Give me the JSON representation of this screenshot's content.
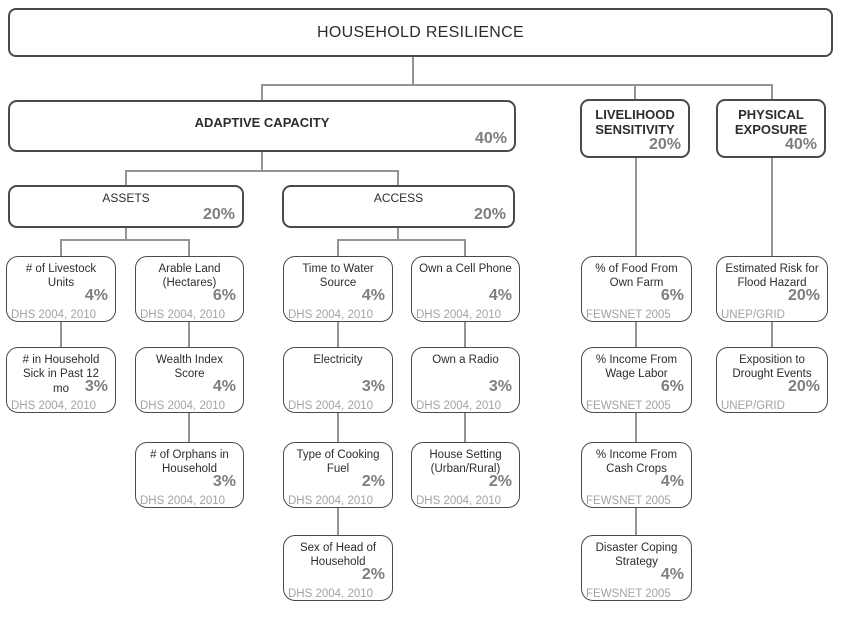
{
  "root": {
    "title": "HOUSEHOLD RESILIENCE"
  },
  "branches": [
    {
      "title": "ADAPTIVE CAPACITY",
      "weight": "40%"
    },
    {
      "title": "LIVELIHOOD SENSITIVITY",
      "weight": "20%"
    },
    {
      "title": "PHYSICAL EXPOSURE",
      "weight": "40%"
    }
  ],
  "subbranches": [
    {
      "title": "ASSETS",
      "weight": "20%"
    },
    {
      "title": "ACCESS",
      "weight": "20%"
    }
  ],
  "columns": [
    {
      "parent": "ASSETS",
      "boxes": [
        {
          "title": "# of Livestock Units",
          "weight": "4%",
          "source": "DHS 2004, 2010"
        },
        {
          "title": "# in Household Sick in Past 12 mo",
          "weight": "3%",
          "source": "DHS 2004, 2010"
        }
      ]
    },
    {
      "parent": "ASSETS",
      "boxes": [
        {
          "title": "Arable Land (Hectares)",
          "weight": "6%",
          "source": "DHS 2004, 2010"
        },
        {
          "title": "Wealth Index Score",
          "weight": "4%",
          "source": "DHS 2004, 2010"
        },
        {
          "title": "# of Orphans in Household",
          "weight": "3%",
          "source": "DHS 2004, 2010"
        }
      ]
    },
    {
      "parent": "ACCESS",
      "boxes": [
        {
          "title": "Time to Water Source",
          "weight": "4%",
          "source": "DHS 2004, 2010"
        },
        {
          "title": "Electricity",
          "weight": "3%",
          "source": "DHS 2004, 2010"
        },
        {
          "title": "Type of Cooking Fuel",
          "weight": "2%",
          "source": "DHS 2004, 2010"
        },
        {
          "title": "Sex of Head of Household",
          "weight": "2%",
          "source": "DHS 2004, 2010"
        }
      ]
    },
    {
      "parent": "ACCESS",
      "boxes": [
        {
          "title": "Own a Cell Phone",
          "weight": "4%",
          "source": "DHS 2004, 2010"
        },
        {
          "title": "Own a Radio",
          "weight": "3%",
          "source": "DHS 2004, 2010"
        },
        {
          "title": "House Setting (Urban/Rural)",
          "weight": "2%",
          "source": "DHS 2004, 2010"
        }
      ]
    },
    {
      "parent": "LIVELIHOOD SENSITIVITY",
      "boxes": [
        {
          "title": "% of Food From Own Farm",
          "weight": "6%",
          "source": "FEWSNET 2005"
        },
        {
          "title": "% Income From Wage Labor",
          "weight": "6%",
          "source": "FEWSNET 2005"
        },
        {
          "title": "% Income From Cash Crops",
          "weight": "4%",
          "source": "FEWSNET 2005"
        },
        {
          "title": "Disaster Coping Strategy",
          "weight": "4%",
          "source": "FEWSNET 2005"
        }
      ]
    },
    {
      "parent": "PHYSICAL EXPOSURE",
      "boxes": [
        {
          "title": "Estimated Risk for Flood Hazard",
          "weight": "20%",
          "source": "UNEP/GRID"
        },
        {
          "title": "Exposition to Drought Events",
          "weight": "20%",
          "source": "UNEP/GRID"
        }
      ]
    }
  ],
  "colors": {
    "box_border": "#4a4a4a",
    "connector": "#949494",
    "weight_text": "#7e7e7e",
    "source_text": "#a3a3a3",
    "title_text": "#2d2d2d"
  }
}
